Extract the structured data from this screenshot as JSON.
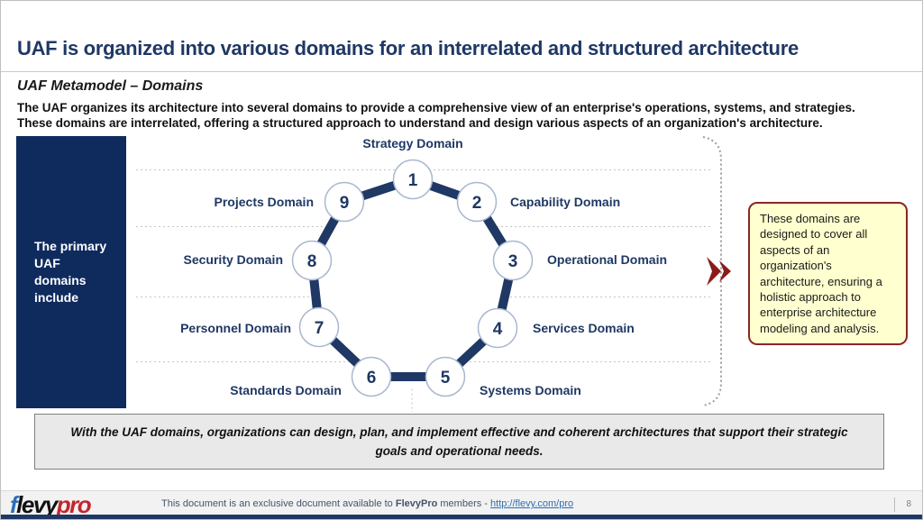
{
  "slide": {
    "title": "UAF is organized into various domains for an interrelated and structured architecture",
    "subtitle": "UAF Metamodel – Domains",
    "intro_lines": [
      "The UAF organizes its architecture into several domains to provide a comprehensive view of an enterprise's operations, systems, and strategies.",
      "These domains are interrelated, offering a structured approach to understand and design various aspects of an organization's architecture."
    ]
  },
  "diagram": {
    "side_label": "The primary UAF domains include",
    "domains": [
      {
        "num": "1",
        "label": "Strategy Domain"
      },
      {
        "num": "2",
        "label": "Capability Domain"
      },
      {
        "num": "3",
        "label": "Operational Domain"
      },
      {
        "num": "4",
        "label": "Services Domain"
      },
      {
        "num": "5",
        "label": "Systems Domain"
      },
      {
        "num": "6",
        "label": "Standards Domain"
      },
      {
        "num": "7",
        "label": "Personnel Domain"
      },
      {
        "num": "8",
        "label": "Security Domain"
      },
      {
        "num": "9",
        "label": "Projects Domain"
      }
    ],
    "callout": "These domains are designed to cover all aspects of an organization's architecture, ensuring a holistic approach to enterprise architecture modeling and analysis."
  },
  "takeaway": "With the UAF domains, organizations can design, plan, and implement effective and coherent architectures that support their strategic goals and operational needs.",
  "footer": {
    "logo_f": "f",
    "logo_levy": "levy",
    "logo_pro": "pro",
    "text_prefix": "This document is an exclusive document available to ",
    "text_bold": "FlevyPro",
    "text_mid": " members - ",
    "link_text": "http://flevy.com/pro",
    "link_href": "http://flevy.com/pro",
    "page_number": "8"
  },
  "colors": {
    "navy": "#1F3864",
    "side_box_navy": "#0F2B5E",
    "chevron_red": "#8B1A1A",
    "callout_bg": "#FFFFCF",
    "callout_border": "#8B2626",
    "takeaway_bg": "#E9E9E9",
    "logo_blue": "#2E6DB4",
    "logo_red": "#C1272D"
  }
}
